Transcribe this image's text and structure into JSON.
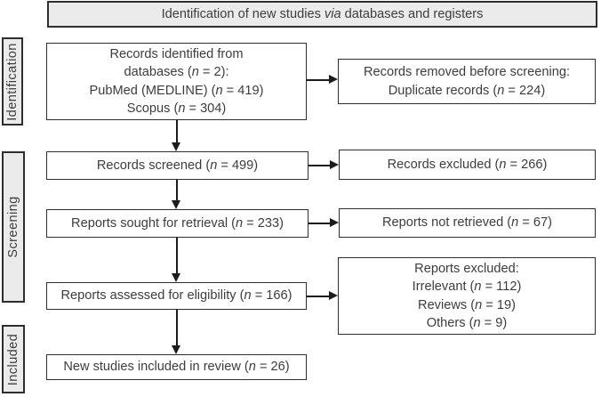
{
  "header": {
    "title": "Identification of new studies *via* databases and registers"
  },
  "stages": {
    "identification": "Identification",
    "screening": "Screening",
    "included": "Included"
  },
  "flow": {
    "records_identified": {
      "lines": [
        "Records identified from",
        "databases (*n* = 2):",
        "PubMed (MEDLINE) (*n* = 419)",
        "Scopus (*n* = 304)"
      ]
    },
    "records_removed": {
      "lines": [
        "Records removed before screening:",
        "Duplicate records (*n* = 224)"
      ]
    },
    "records_screened": {
      "label": "Records screened (*n* = 499)"
    },
    "records_excluded": {
      "label": "Records excluded (*n* = 266)"
    },
    "reports_sought": {
      "label": "Reports sought for retrieval (*n* = 233)"
    },
    "reports_not_retrieved": {
      "label": "Reports not retrieved (*n* = 67)"
    },
    "reports_assessed": {
      "label": "Reports assessed for eligibility (*n* = 166)"
    },
    "reports_excluded": {
      "lines": [
        "Reports excluded:",
        "Irrelevant (*n* = 112)",
        "Reviews (*n* = 19)",
        "Others (*n* = 9)"
      ]
    },
    "new_studies_included": {
      "label": "New studies included in review (*n* = 26)"
    }
  },
  "colors": {
    "shaded_fill": "#ebebeb",
    "box_fill": "#ffffff",
    "border": "#2e2e2e",
    "text": "#3d3d3d",
    "arrow": "#1c1c1c"
  }
}
